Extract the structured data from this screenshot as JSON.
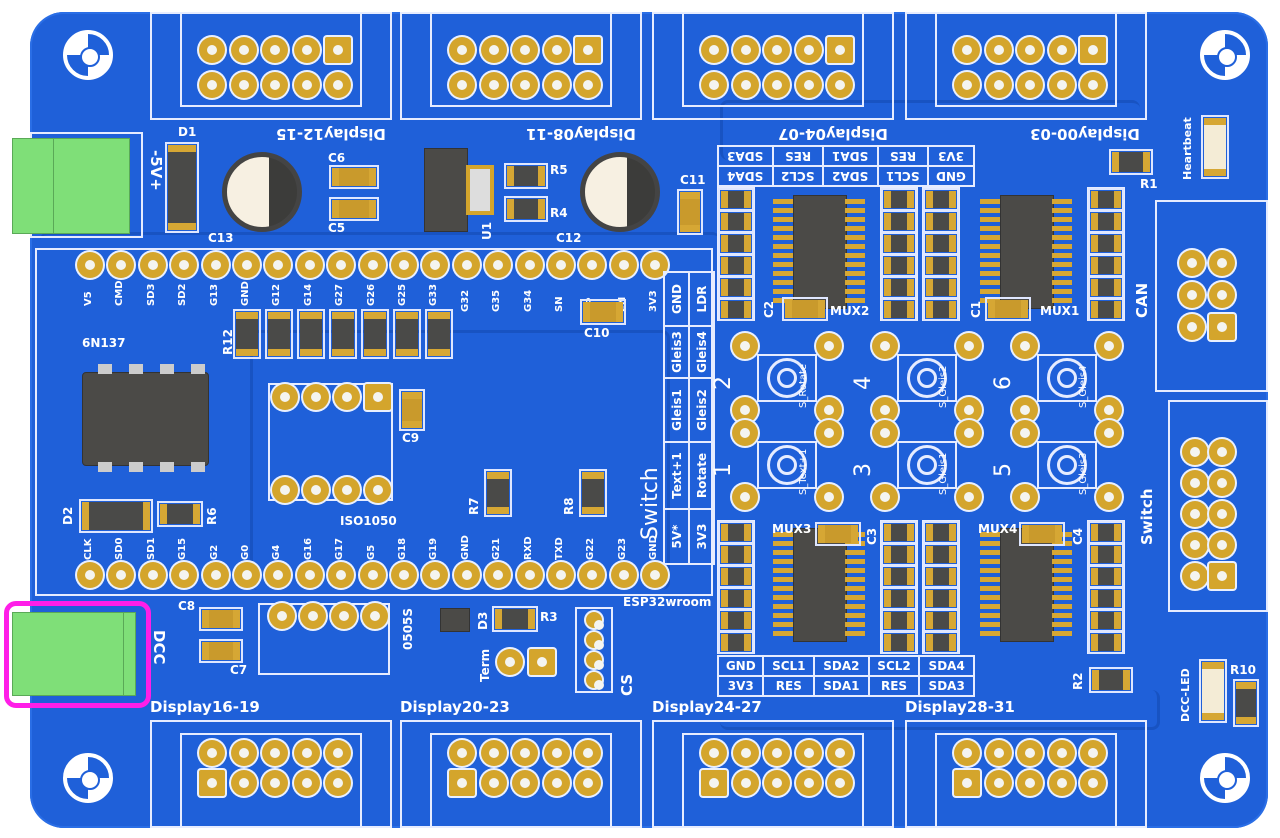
{
  "colors": {
    "board": "#1f60d9",
    "pad": "#d4a52c",
    "terminal": "#7fdf78",
    "highlight": "#ff1ee8"
  },
  "connectors": {
    "top_labels": [
      "Display12-15",
      "Display08-11",
      "Display04-07",
      "Display00-03"
    ],
    "bottom_labels": [
      "Display16-19",
      "Display20-23",
      "Display24-27",
      "Display28-31"
    ]
  },
  "power": {
    "label": "-5V+",
    "dcc_label": "DCC"
  },
  "esp32": {
    "module_label": "ESP32wroom",
    "top_pins": [
      "V5",
      "CMD",
      "SD3",
      "SD2",
      "G13",
      "GND",
      "G12",
      "G14",
      "G27",
      "G26",
      "G25",
      "G33",
      "G32",
      "G35",
      "G34",
      "SN",
      "SP",
      "EN",
      "3V3"
    ],
    "bottom_pins": [
      "CLK",
      "SD0",
      "SD1",
      "G15",
      "G2",
      "G0",
      "G4",
      "G16",
      "G17",
      "G5",
      "G18",
      "G19",
      "GND",
      "G21",
      "RXD",
      "TXD",
      "G22",
      "G23",
      "GND"
    ]
  },
  "switch_table": {
    "title": "Switch",
    "rows": [
      [
        "GND",
        "LDR"
      ],
      [
        "Gleis3",
        "Gleis4"
      ],
      [
        "Gleis1",
        "Gleis2"
      ],
      [
        "Text+1",
        "Rotate"
      ],
      [
        "5V*",
        "3V3"
      ]
    ]
  },
  "mux_tables": {
    "top": [
      [
        "SDA3",
        "RES",
        "SDA1",
        "RES",
        "3V3"
      ],
      [
        "SDA4",
        "SCL2",
        "SDA2",
        "SCL1",
        "GND"
      ]
    ],
    "bottom": [
      [
        "GND",
        "SCL1",
        "SDA2",
        "SCL2",
        "SDA4"
      ],
      [
        "3V3",
        "RES",
        "SDA1",
        "RES",
        "SDA3"
      ]
    ]
  },
  "buttons": [
    {
      "number": "2",
      "name": "S_Rotate"
    },
    {
      "number": "4",
      "name": "S_Gleis2"
    },
    {
      "number": "6",
      "name": "S_Gleis4"
    },
    {
      "number": "1",
      "name": "S_Text+1"
    },
    {
      "number": "3",
      "name": "S_Gleis1"
    },
    {
      "number": "5",
      "name": "S_Gleis3"
    }
  ],
  "components": {
    "d1": "D1",
    "c13": "C13",
    "c6": "C6",
    "c5": "C5",
    "u1": "U1",
    "r5": "R5",
    "r4": "R4",
    "c12": "C12",
    "c11": "C11",
    "r1": "R1",
    "heartbeat": "Heartbeat",
    "can": "CAN",
    "switch_conn": "Switch",
    "mux1": "MUX1",
    "mux2": "MUX2",
    "mux3": "MUX3",
    "mux4": "MUX4",
    "c1": "C1",
    "c2": "C2",
    "c3": "C3",
    "c4": "C4",
    "opto": "6N137",
    "r12": "R12",
    "c10": "C10",
    "c9": "C9",
    "iso": "ISO1050",
    "d2": "D2",
    "r6": "R6",
    "r7": "R7",
    "r8": "R8",
    "c8": "C8",
    "c7": "C7",
    "dcdc": "0505S",
    "d3": "D3",
    "r3": "R3",
    "term": "Term",
    "cs": "CS",
    "r2": "R2",
    "dcc_led": "DCC-LED",
    "r10": "R10"
  }
}
